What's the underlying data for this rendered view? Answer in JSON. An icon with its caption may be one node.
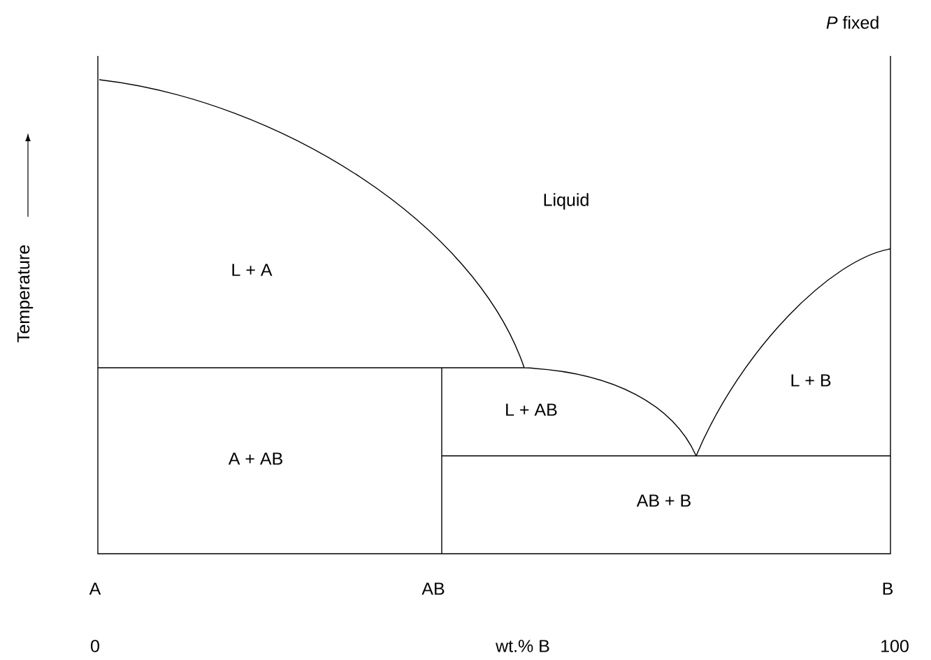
{
  "diagram": {
    "labels": [
      "*P* fixed",
      "Temperature",
      "Liquid",
      "L + A",
      "L + AB",
      "L + B",
      "A + AB",
      "AB + B",
      "A",
      "AB",
      "B",
      "0",
      "wt.% B",
      "100"
    ]
  }
}
